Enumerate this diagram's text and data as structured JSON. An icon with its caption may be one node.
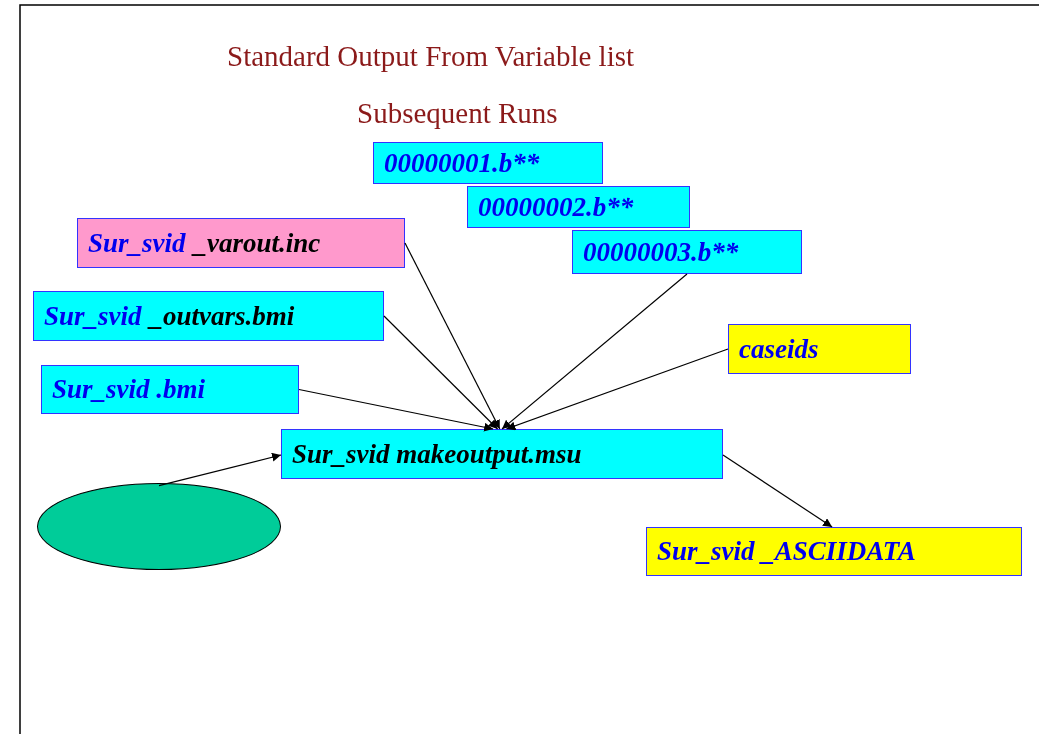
{
  "diagram": {
    "title": "Standard Output From Variable list",
    "nodes": [
      {
        "text": [
          "00000001.b**"
        ]
      },
      {
        "text": [
          "00000002.b**"
        ]
      },
      {
        "text": [
          "00000003.b**"
        ]
      },
      {
        "text": [
          "Sur_svid",
          "_varout.inc"
        ]
      },
      {
        "text": [
          "Sur_svid",
          "_outvars.bmi"
        ]
      },
      {
        "text": [
          "caseids"
        ]
      },
      {
        "text": [
          "Sur_svid .bmi"
        ]
      },
      {
        "text": [
          "Sur_svid makeoutput.msu"
        ]
      },
      {
        "text": [],
        "shape": "ellipse"
      },
      {
        "text": [
          "Sur_svid _ASCIIDATA"
        ]
      }
    ],
    "edges": [
      {
        "from": 3,
        "to": 7,
        "arrow": "to"
      },
      {
        "from": 4,
        "to": 7,
        "arrow": "to"
      },
      {
        "from": 6,
        "to": 7,
        "arrow": "to"
      },
      {
        "from": 2,
        "to": 7,
        "arrow": "to"
      },
      {
        "from": 5,
        "to": 7,
        "arrow": "to"
      },
      {
        "from": 8,
        "to": 7,
        "arrow": "to"
      },
      {
        "from": 7,
        "to": 9,
        "arrow": "to"
      }
    ],
    "labels": [
      "Subsequent Runs"
    ]
  }
}
